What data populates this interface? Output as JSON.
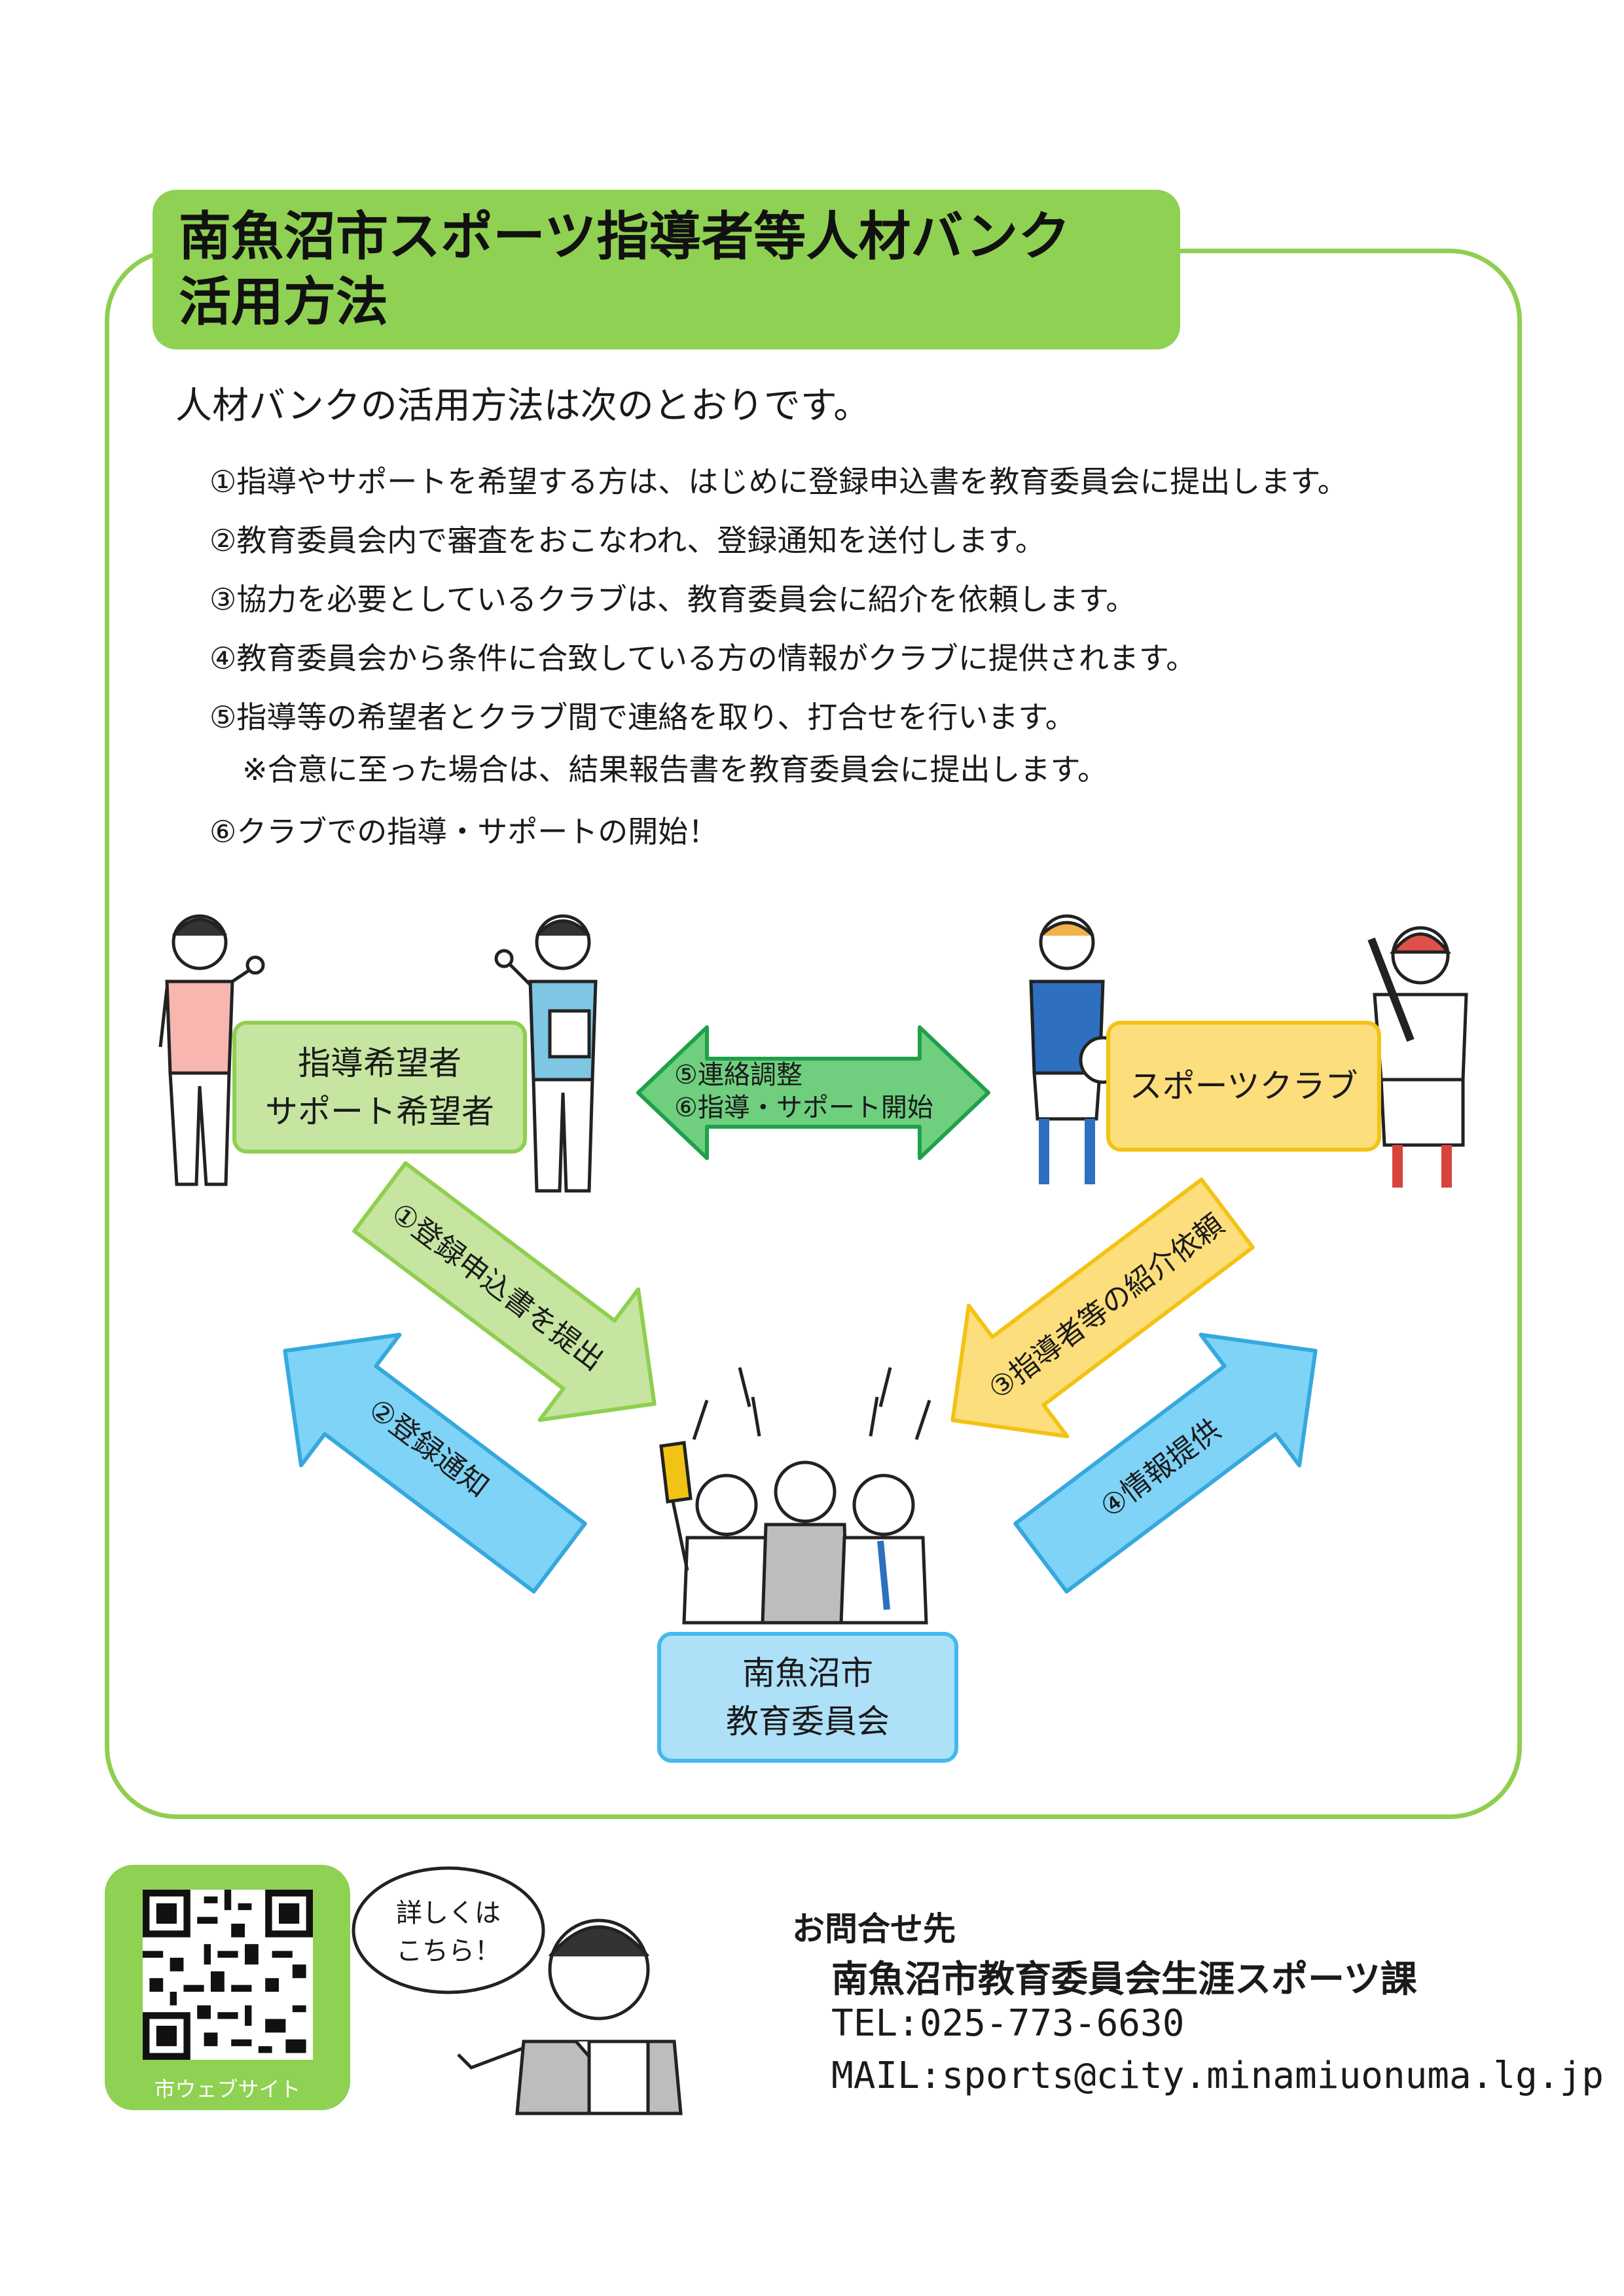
{
  "title": {
    "line1": "南魚沼市スポーツ指導者等人材バンク",
    "line2": "活用方法"
  },
  "intro": "人材バンクの活用方法は次のとおりです。",
  "steps": [
    "①指導やサポートを希望する方は、はじめに登録申込書を教育委員会に提出します。",
    "②教育委員会内で審査をおこなわれ、登録通知を送付します。",
    "③協力を必要としているクラブは、教育委員会に紹介を依頼します。",
    "④教育委員会から条件に合致している方の情報がクラブに提供されます。",
    "⑤指導等の希望者とクラブ間で連絡を取り、打合せを行います。",
    "※合意に至った場合は、結果報告書を教育委員会に提出します。",
    "⑥クラブでの指導・サポートの開始！"
  ],
  "diagram": {
    "coach": {
      "line1": "指導希望者",
      "line2": "サポート希望者"
    },
    "club": "スポーツクラブ",
    "board": {
      "line1": "南魚沼市",
      "line2": "教育委員会"
    },
    "center_arrow": {
      "line1": "⑤連絡調整",
      "line2": "⑥指導・サポート開始"
    },
    "arrow_submit": "①登録申込書を提出",
    "arrow_notice": "②登録通知",
    "arrow_request": "③指導者等の紹介依頼",
    "arrow_info": "④情報提供"
  },
  "bubble": {
    "line1": "詳しくは",
    "line2": "こちら！"
  },
  "qr_caption": "市ウェブサイト",
  "contact": {
    "heading": "お問合せ先",
    "department": "南魚沼市教育委員会生涯スポーツ課",
    "tel": "TEL:025-773-6630",
    "mail": "MAIL:sports@city.minamiuonuma.lg.jp"
  },
  "colors": {
    "green": "#8fd152",
    "light_green": "#c5e5a1",
    "yellow": "#fdde7c",
    "yellow_border": "#f2c314",
    "blue": "#7ed3f7",
    "blue_border": "#35a8de",
    "center_green": "#6fcf7f",
    "center_green_border": "#1fa04a"
  }
}
